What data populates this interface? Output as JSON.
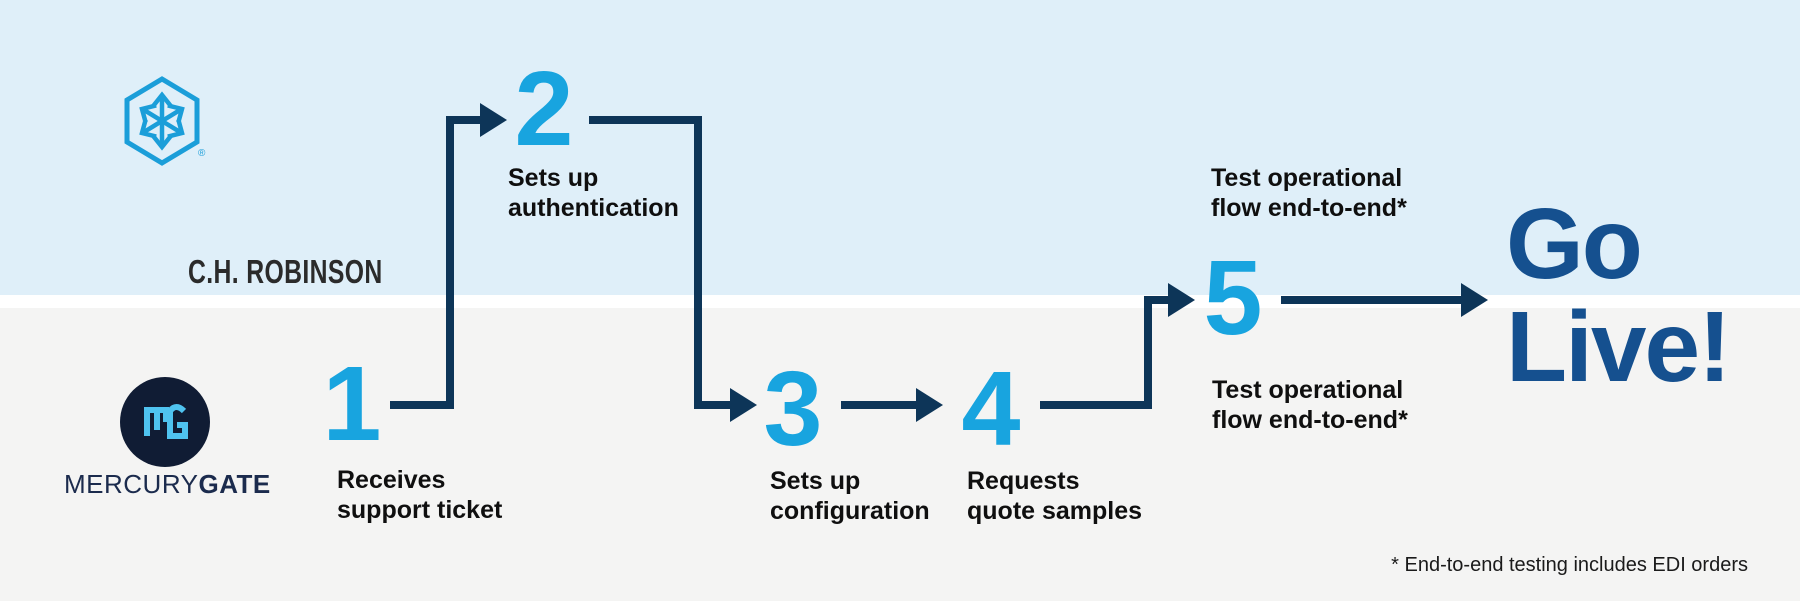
{
  "colors": {
    "band_blue": "#DFEFF9",
    "band_gray": "#F4F4F3",
    "divider_white": "#FFFFFF",
    "accent_cyan": "#18A4DF",
    "navy_line": "#0D3558",
    "go_live_blue": "#15508F",
    "chr_logo_blue": "#1B9ED9",
    "chr_text_dark": "#2B2B2B",
    "mg_circle_navy": "#101C34",
    "mg_monogram_blue": "#4FC3F0",
    "mg_text_navy": "#1B2B4D",
    "label_text": "#0F0F0F"
  },
  "lanes": {
    "top_company": "C.H. ROBINSON",
    "top_company_registered_mark": "®",
    "bottom_company_regular": "MERCURY",
    "bottom_company_bold": "GATE"
  },
  "icons": {
    "chr_logo": "hexagon-cube-arrows-icon",
    "mg_logo": "mg-monogram-circle-icon"
  },
  "steps": [
    {
      "number": "1",
      "label_line1": "Receives",
      "label_line2": "support ticket"
    },
    {
      "number": "2",
      "label_line1": "Sets up",
      "label_line2": "authentication"
    },
    {
      "number": "3",
      "label_line1": "Sets up",
      "label_line2": "configuration"
    },
    {
      "number": "4",
      "label_line1": "Requests",
      "label_line2": "quote samples"
    },
    {
      "number": "5",
      "label_top_line1": "Test operational",
      "label_top_line2": "flow end-to-end*",
      "label_bottom_line1": "Test operational",
      "label_bottom_line2": "flow end-to-end*"
    }
  ],
  "outcome": {
    "line1": "Go",
    "line2": "Live!"
  },
  "footnote": "* End-to-end testing includes EDI orders"
}
